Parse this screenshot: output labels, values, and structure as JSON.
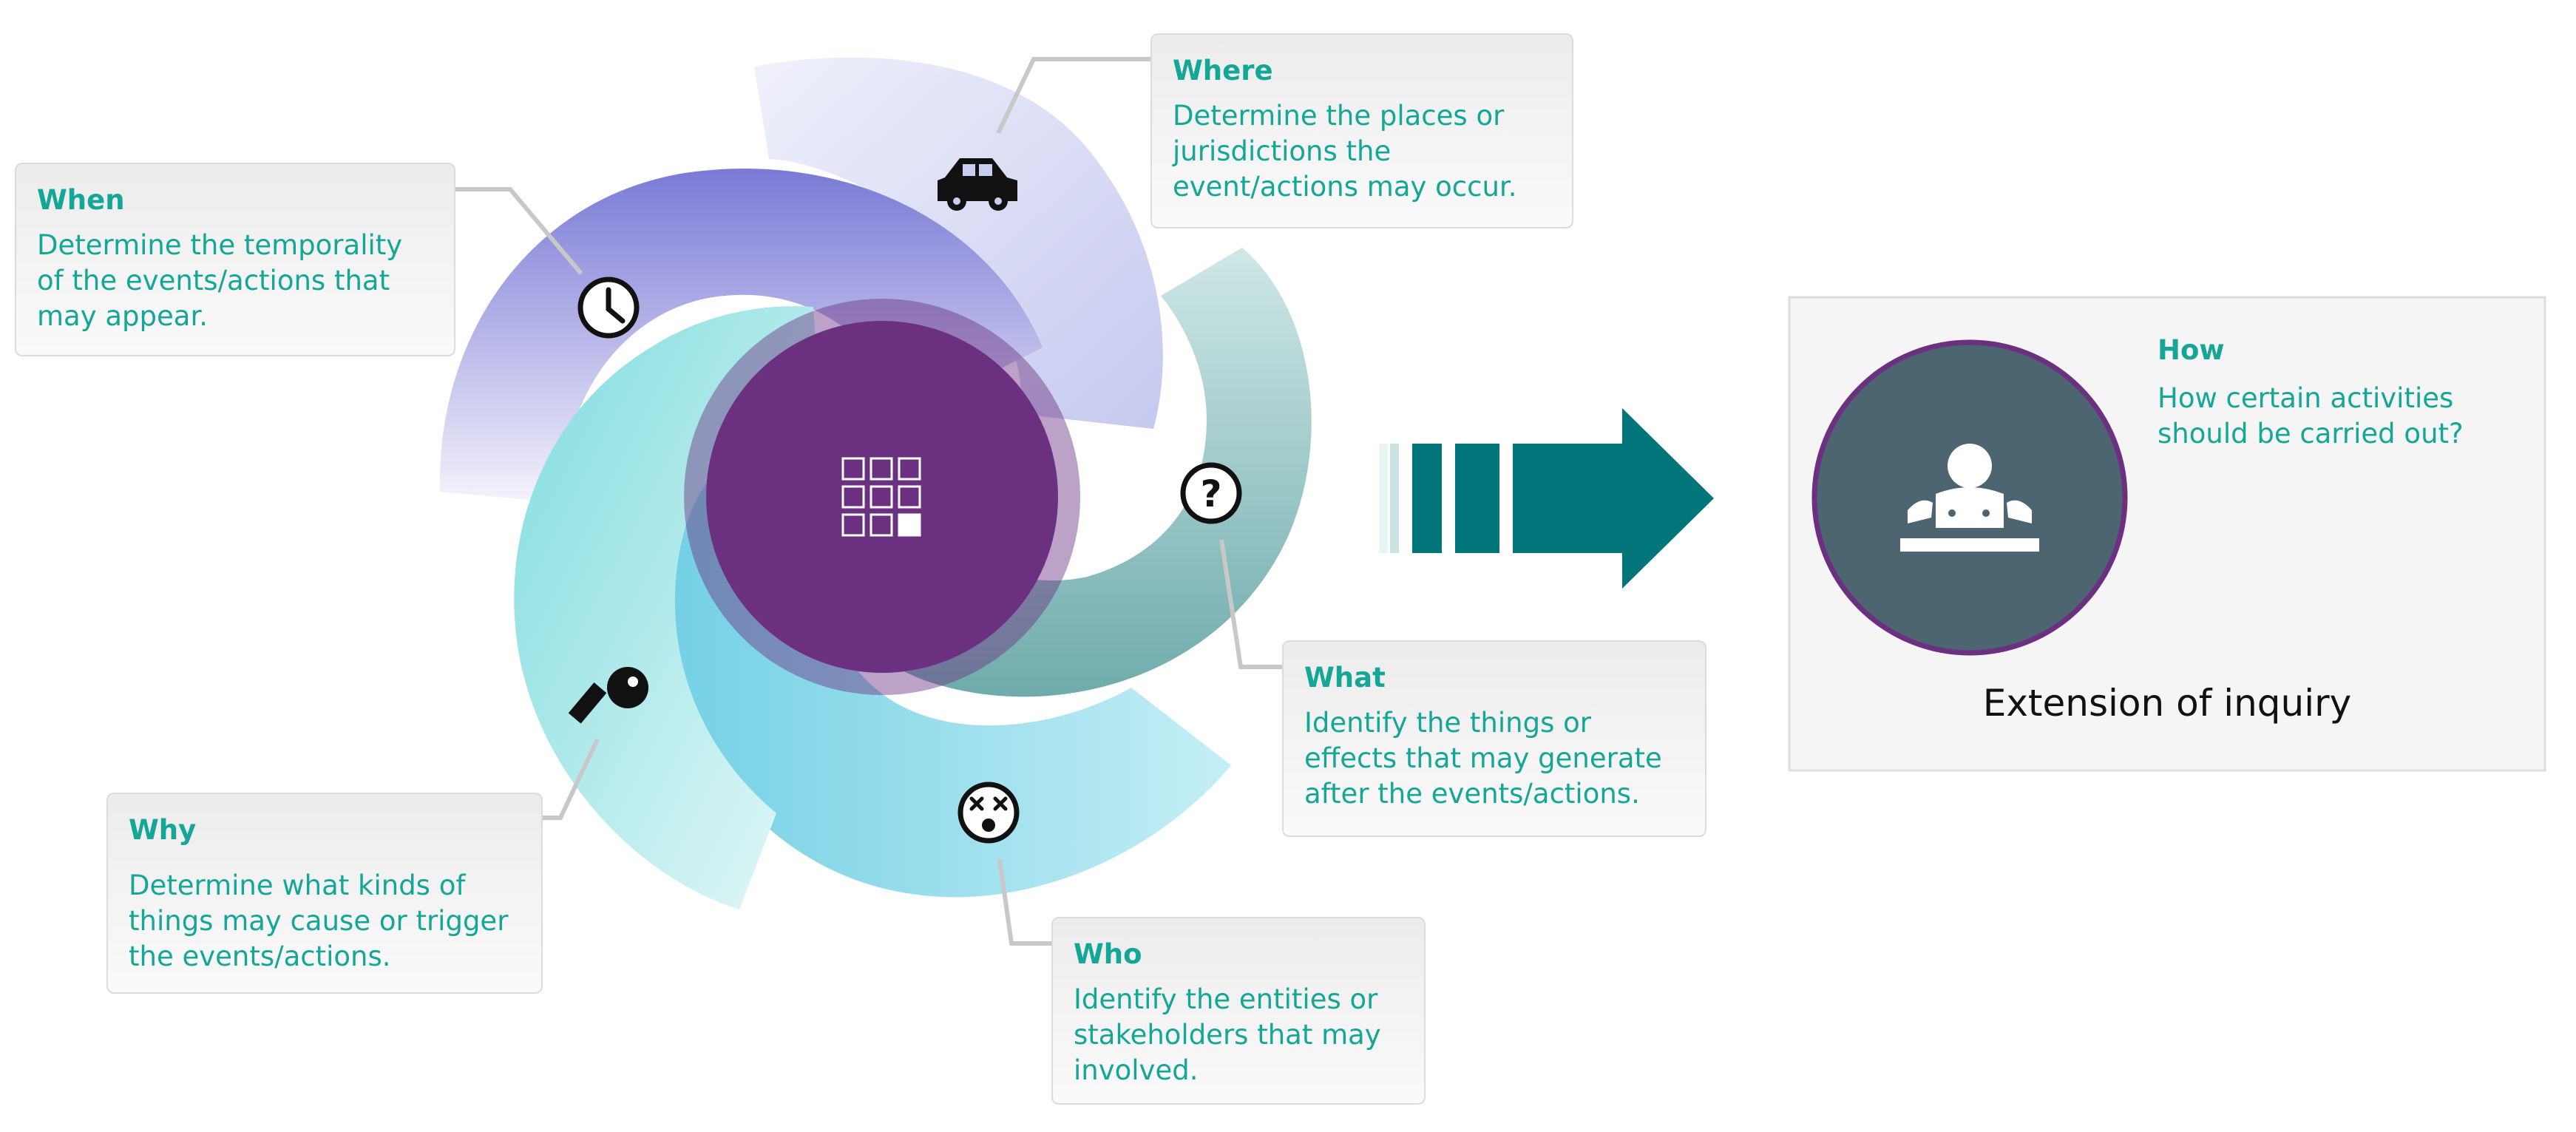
{
  "colors": {
    "accent": "#14a697",
    "center": "#6b3080",
    "arrow": "#00767a",
    "how_circle": "#4d6570",
    "how_border": "#6b3080",
    "swirl_blue": "#7f7fd6",
    "swirl_lavender": "#c8ccf0",
    "swirl_teal": "#7ab3b3",
    "swirl_cyan": "#7fd3e6",
    "swirl_aqua": "#8fe2e5"
  },
  "center_icon": "grid-icon",
  "items": {
    "when": {
      "title": "When",
      "text": "Determine the temporality of the events/actions that may appear.",
      "icon": "clock-icon"
    },
    "where": {
      "title": "Where",
      "text": "Determine the places or jurisdictions the event/actions may occur.",
      "icon": "car-icon"
    },
    "what": {
      "title": "What",
      "text": "Identify the things or effects that may generate after the events/actions.",
      "icon": "question-icon"
    },
    "who": {
      "title": "Who",
      "text": "Identify the entities or stakeholders that may involved.",
      "icon": "dizzy-face-icon"
    },
    "why": {
      "title": "Why",
      "text": "Determine what kinds of things may cause or trigger the events/actions.",
      "icon": "key-icon"
    }
  },
  "how": {
    "title": "How",
    "text": "How certain activities should be carried out?",
    "icon": "person-at-desk-icon",
    "label": "Extension of inquiry"
  }
}
